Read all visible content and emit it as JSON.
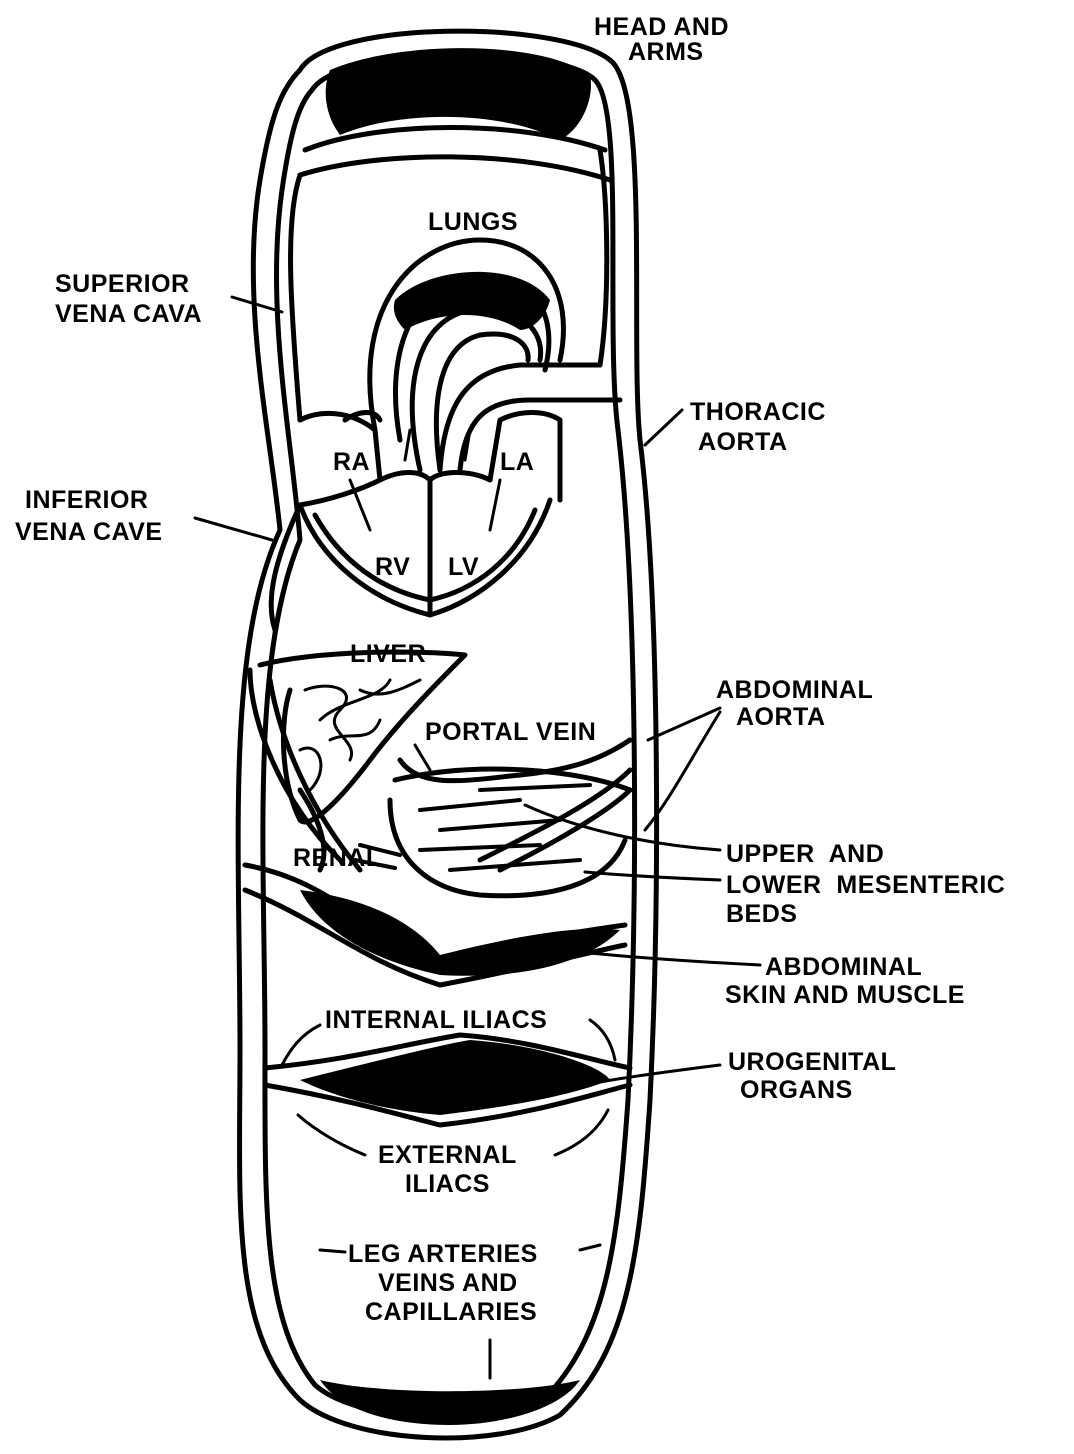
{
  "labels": {
    "head_and_arms": [
      "HEAD AND",
      "ARMS"
    ],
    "lungs": "LUNGS",
    "superior_vena_cava": [
      "SUPERIOR",
      "VENA CAVA"
    ],
    "thoracic_aorta": [
      "THORACIC",
      "AORTA"
    ],
    "ra": "RA",
    "la": "LA",
    "rv": "RV",
    "lv": "LV",
    "inferior_vena_cave": [
      "INFERIOR",
      "VENA CAVE"
    ],
    "liver": "LIVER",
    "abdominal_aorta": [
      "ABDOMINAL",
      "AORTA"
    ],
    "portal_vein": "PORTAL VEIN",
    "renal": "RENAL",
    "mesenteric_beds": [
      "UPPER  AND",
      "LOWER  MESENTERIC",
      "BEDS"
    ],
    "abdominal_skin_muscle": [
      "ABDOMINAL",
      "SKIN AND MUSCLE"
    ],
    "internal_iliacs": "INTERNAL ILIACS",
    "urogenital_organs": [
      "UROGENITAL",
      "ORGANS"
    ],
    "external_iliacs": [
      "EXTERNAL",
      "ILIACS"
    ],
    "leg_beds": [
      "LEG ARTERIES",
      "VEINS AND",
      "CAPILLARIES"
    ]
  }
}
